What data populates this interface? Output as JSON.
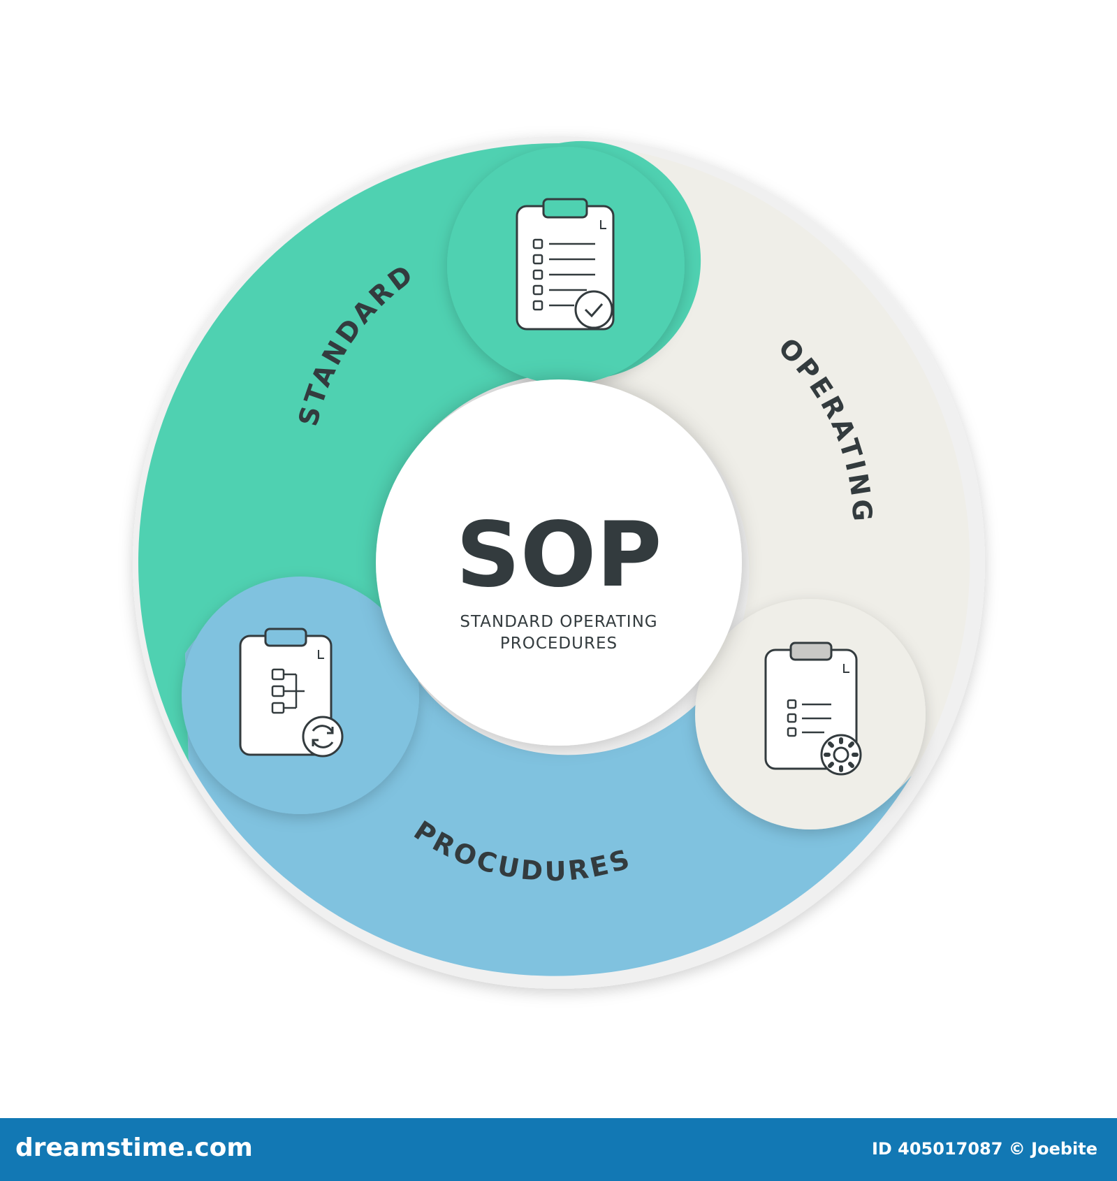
{
  "diagram": {
    "title": "SOP",
    "subtitle_line1": "STANDARD OPERATING",
    "subtitle_line2": "PROCEDURES",
    "segments": [
      {
        "label": "STANDARD",
        "color": "#4fd1b1",
        "icon": "clipboard-checklist-check-icon"
      },
      {
        "label": "OPERATING",
        "color": "#efeee8",
        "icon": "clipboard-checklist-gear-icon"
      },
      {
        "label": "PROCUDURES",
        "color": "#80c2df",
        "icon": "clipboard-flowchart-refresh-icon"
      }
    ]
  },
  "footer": {
    "brand": "dreamstime.com",
    "credit": "ID 405017087 © Joebite",
    "color": "#1278b4"
  }
}
